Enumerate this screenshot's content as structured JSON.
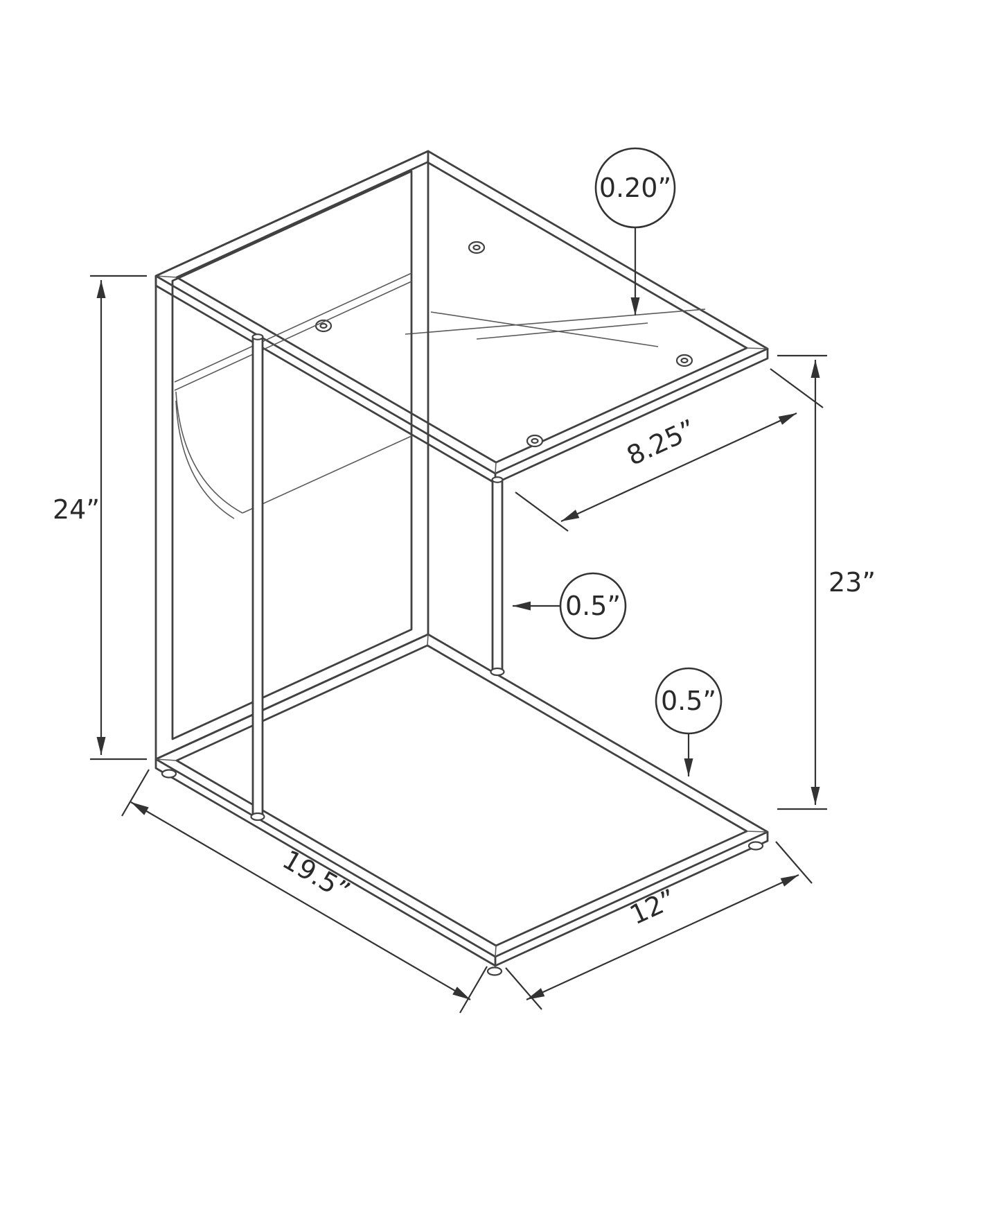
{
  "colors": {
    "line": "#414141",
    "dimension": "#333333",
    "text": "#2a2a2a",
    "background": "#ffffff"
  },
  "annotations": {
    "left_height": "24”",
    "glass_thickness": "0.20”",
    "top_depth_overhang": "8.25”",
    "right_height": "23”",
    "leg_diameter": "0.5”",
    "base_frame_thickness": "0.5”",
    "base_length": "19.5”",
    "base_depth": "12”"
  }
}
